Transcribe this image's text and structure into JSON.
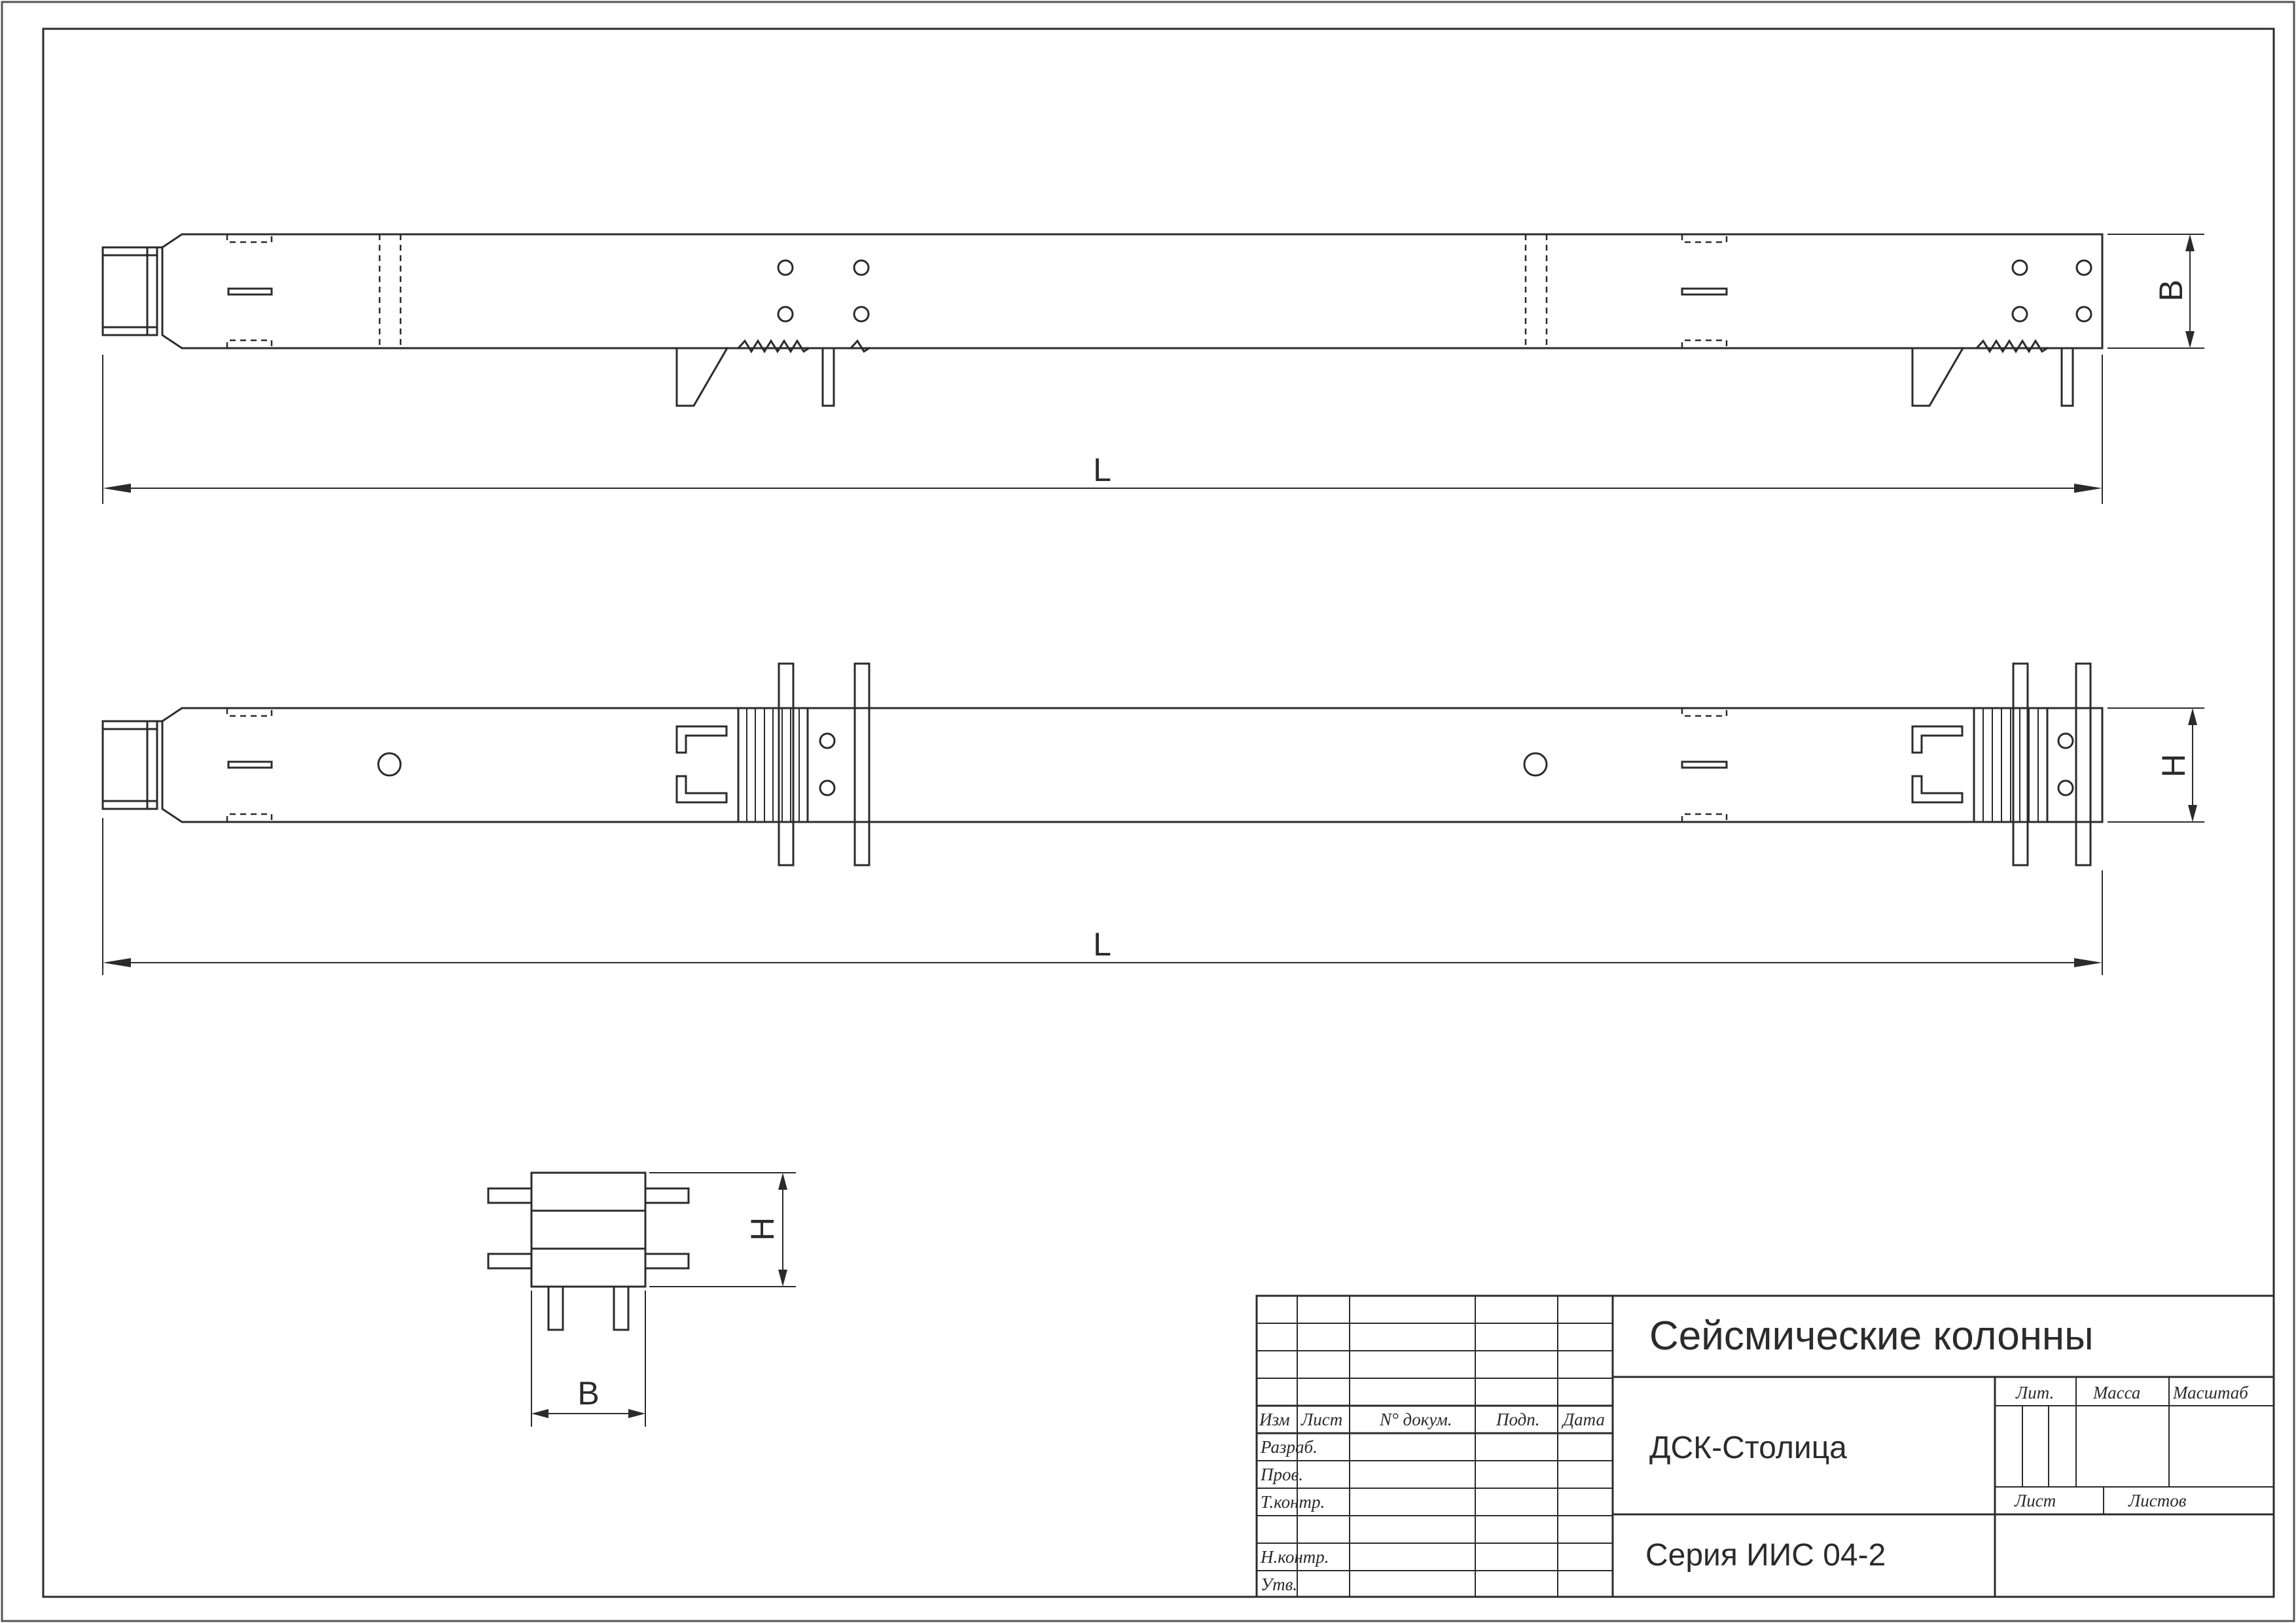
{
  "dimensions": {
    "length_label": "L",
    "width_label": "B",
    "height_label": "H"
  },
  "title_block": {
    "title": "Сейсмические колонны",
    "organization": "ДСК-Столица",
    "series": "Серия ИИС 04-2",
    "col_izm": "Изм",
    "col_list": "Лист",
    "col_docnum": "N° докум.",
    "col_sign": "Подп.",
    "col_date": "Дата",
    "row_razrab": "Разраб.",
    "row_prov": "Пров.",
    "row_tkontr": "Т.контр.",
    "row_nkontr": "Н.контр.",
    "row_utv": "Утв.",
    "lit": "Лит.",
    "mass": "Масса",
    "scale": "Масштаб",
    "sheet": "Лист",
    "sheets": "Листов"
  }
}
